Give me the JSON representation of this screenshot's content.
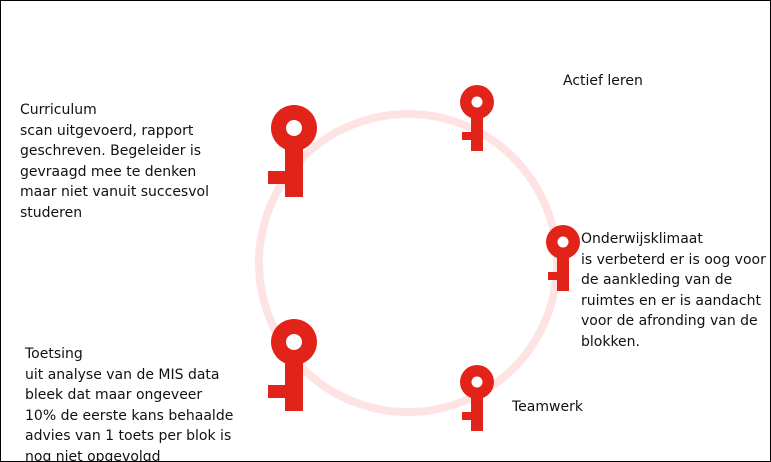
{
  "colors": {
    "key": "#e2231a",
    "ring": "#fde4e2",
    "text": "#111111",
    "border": "#000000"
  },
  "icons": {
    "key_icon": "key-icon",
    "ring": "cycle-ring"
  },
  "nodes": {
    "actief_leren": {
      "title": "Actief leren"
    },
    "curriculum": {
      "title": "Curriculum",
      "lines": [
        "scan uitgevoerd, rapport",
        "geschreven. Begeleider is",
        "gevraagd mee te denken",
        "maar niet vanuit succesvol",
        "studeren"
      ]
    },
    "onderwijsklimaat": {
      "title": "Onderwijsklimaat",
      "lines": [
        "is verbeterd er is oog voor",
        "de aankleding van de",
        "ruimtes en er is aandacht",
        "voor de afronding van de",
        "blokken."
      ]
    },
    "toetsing": {
      "title": "Toetsing",
      "lines": [
        "uit analyse van de MIS data",
        "bleek dat maar ongeveer",
        "10% de eerste kans behaalde",
        "advies van 1 toets per blok is",
        "nog niet opgevolgd"
      ]
    },
    "teamwerk": {
      "title": "Teamwerk"
    }
  }
}
